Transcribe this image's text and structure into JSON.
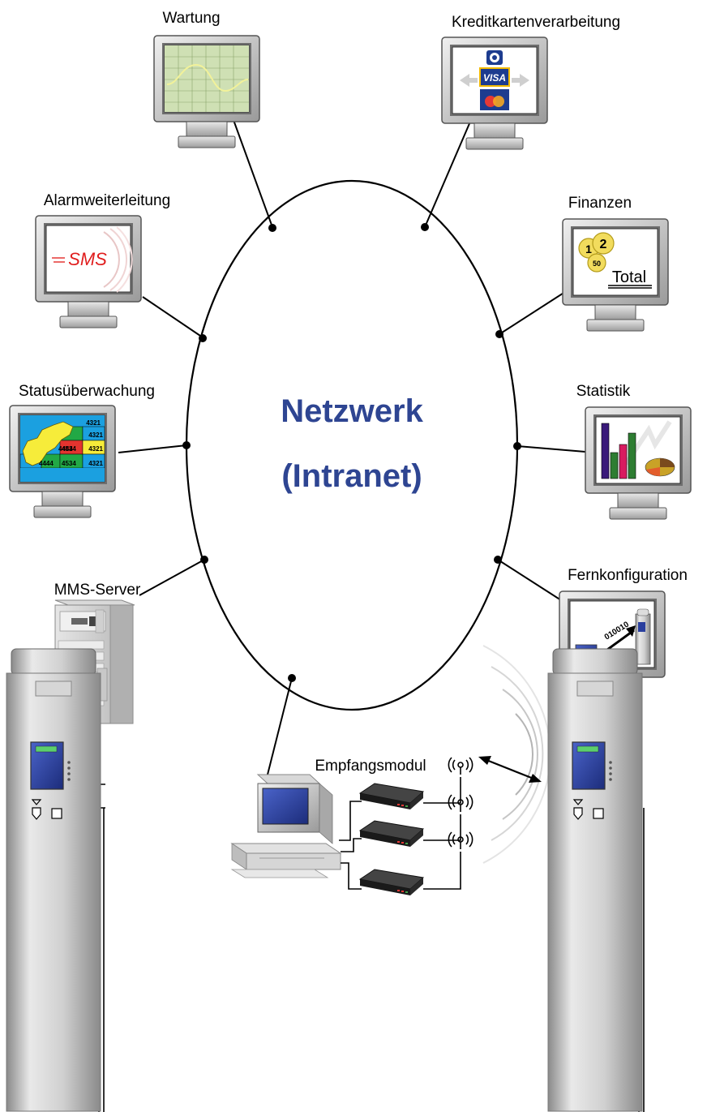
{
  "network": {
    "line1": "Netzwerk",
    "line2": "(Intranet)"
  },
  "nodes": {
    "wartung": "Wartung",
    "kreditkarten": "Kreditkartenverarbeitung",
    "alarm": "Alarmweiterleitung",
    "finanzen": "Finanzen",
    "status": "Statusüberwachung",
    "statistik": "Statistik",
    "mms": "MMS-Server",
    "fernkonfig": "Fernkonfiguration",
    "empfang": "Empfangsmodul"
  },
  "screens": {
    "sms": "SMS",
    "total": "Total",
    "visa": "VISA",
    "binary": "010010",
    "coin1": "1",
    "coin2": "2",
    "coin3": "50",
    "status_cells": [
      "4321",
      "4321",
      "4444",
      "4534",
      "4321",
      "4444",
      "4534",
      "4321"
    ]
  },
  "colors": {
    "title": "#2e4592",
    "screen_blue": "#2a3f9e",
    "monitor_frame": "#c8c8c8"
  }
}
